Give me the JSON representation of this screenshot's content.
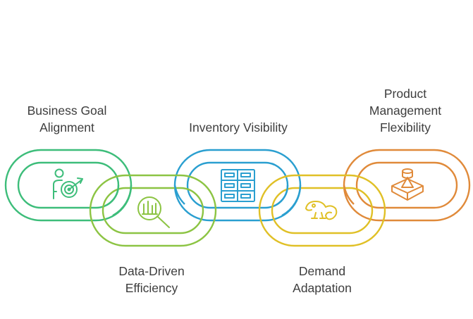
{
  "links": [
    {
      "id": "business-goal-alignment",
      "lines": [
        "Business Goal",
        "Alignment"
      ],
      "color": "#3dbd7a",
      "icon": "person-target-icon"
    },
    {
      "id": "data-driven-efficiency",
      "lines": [
        "Data-Driven",
        "Efficiency"
      ],
      "color": "#8cc443",
      "icon": "chart-magnifier-icon"
    },
    {
      "id": "inventory-visibility",
      "lines": [
        "Inventory Visibility"
      ],
      "color": "#2a9fd0",
      "icon": "drawer-cabinet-icon"
    },
    {
      "id": "demand-adaptation",
      "lines": [
        "Demand",
        "Adaptation"
      ],
      "color": "#e0c026",
      "icon": "chameleon-icon"
    },
    {
      "id": "product-management-flexibility",
      "lines": [
        "Product",
        "Management",
        "Flexibility"
      ],
      "color": "#e08a3a",
      "icon": "shapes-on-block-icon"
    }
  ]
}
